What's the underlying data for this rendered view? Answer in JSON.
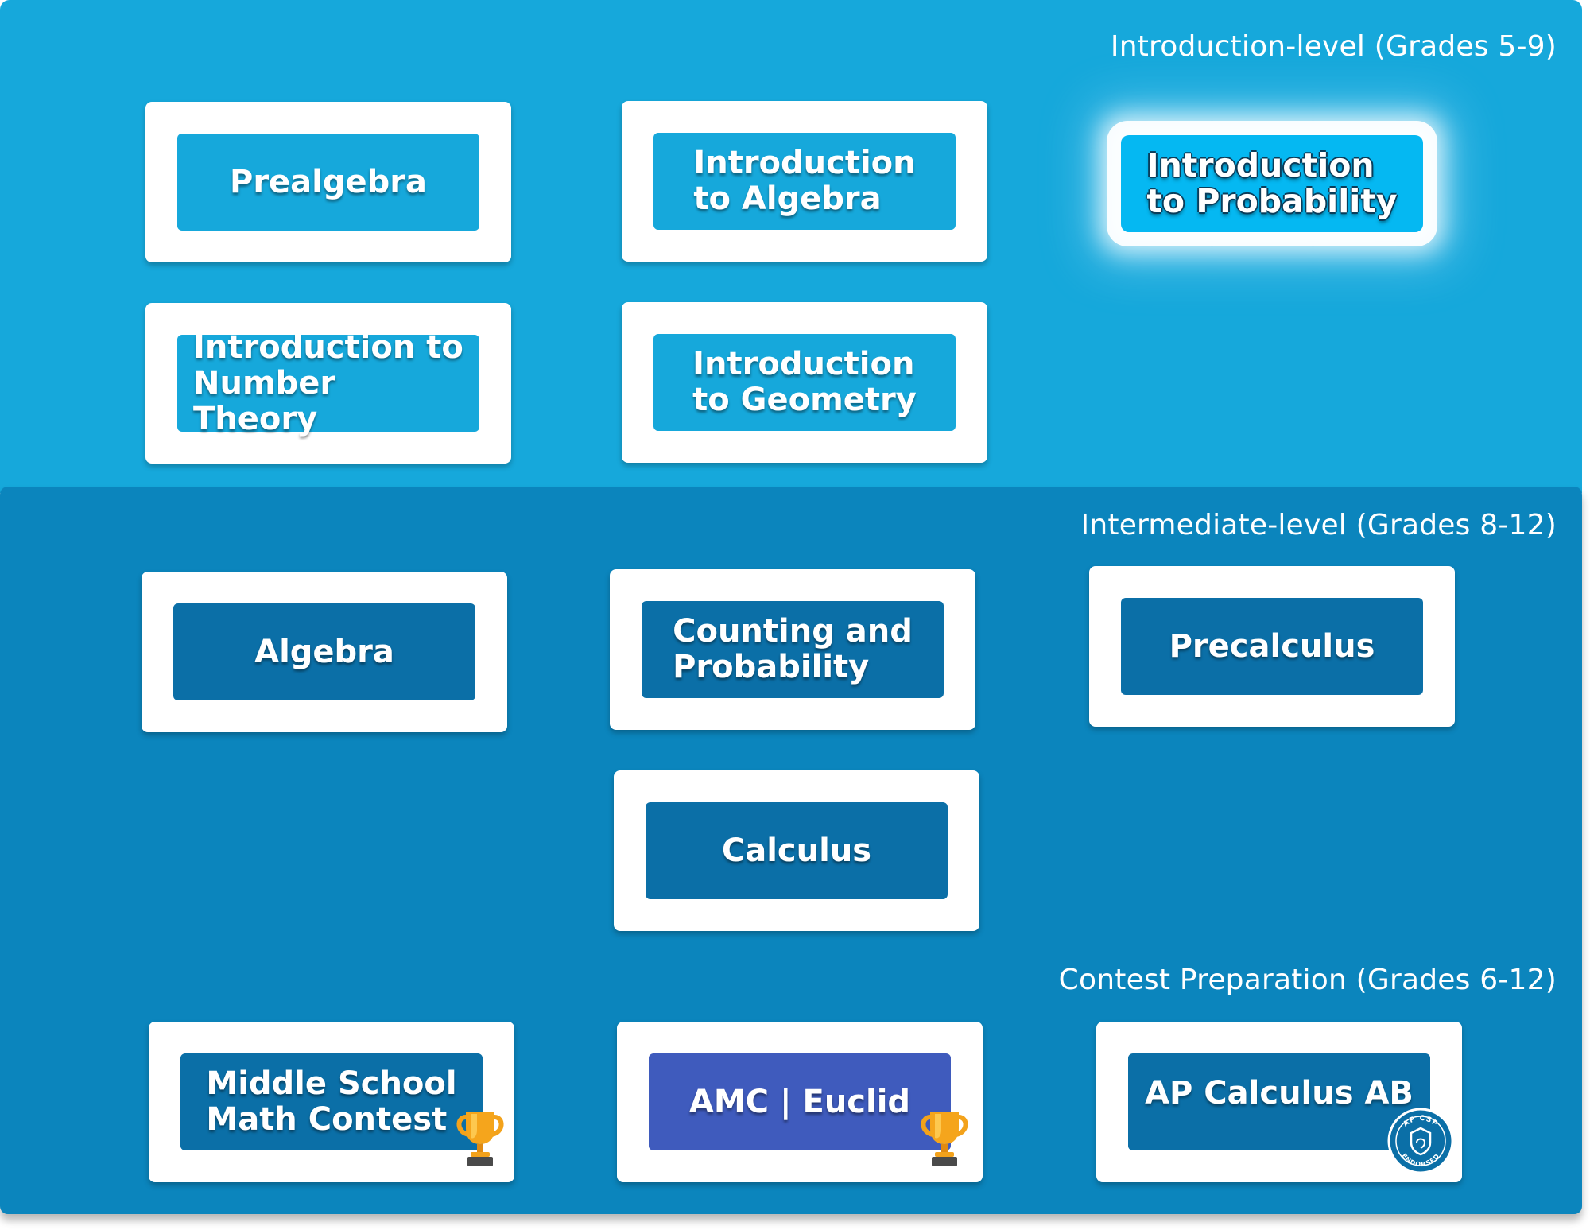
{
  "sections": {
    "intro": {
      "title": "Introduction-level (Grades 5-9)",
      "courses": [
        {
          "label": "Prealgebra"
        },
        {
          "label": "Introduction\nto Algebra"
        },
        {
          "label": "Introduction\nto Probability",
          "highlighted": true
        },
        {
          "label": "Introduction to\nNumber Theory"
        },
        {
          "label": "Introduction\nto Geometry"
        }
      ]
    },
    "intermediate": {
      "title": "Intermediate-level (Grades 8-12)",
      "courses": [
        {
          "label": "Algebra"
        },
        {
          "label": "Counting and\nProbability"
        },
        {
          "label": "Precalculus"
        },
        {
          "label": "Calculus"
        }
      ]
    },
    "contest": {
      "title": "Contest Preparation (Grades 6-12)",
      "courses": [
        {
          "label": "Middle School\nMath Contest",
          "icon": "trophy-icon"
        },
        {
          "label": "AMC | Euclid",
          "icon": "trophy-icon"
        },
        {
          "label": "AP Calculus AB",
          "icon": "ap-csp-endorsed-badge-icon",
          "badge_text": "AP CSP ENDORSED"
        }
      ]
    }
  },
  "colors": {
    "intro_panel": "#16a8db",
    "lower_panel": "#0b85bd",
    "intro_button": "#16a8db",
    "intermediate_button": "#0b6fa7",
    "amc_button": "#3f5bbd",
    "highlight_button": "#05b8f2",
    "trophy_gold": "#f3a21b"
  }
}
